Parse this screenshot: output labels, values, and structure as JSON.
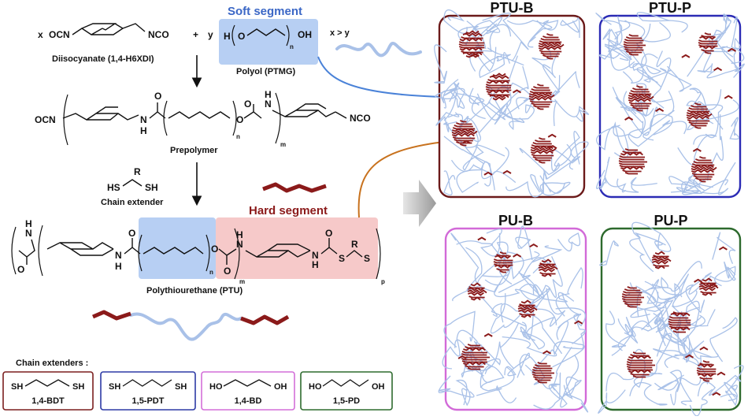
{
  "scheme": {
    "soft_segment_label": "Soft segment",
    "hard_segment_label": "Hard segment",
    "x_coef": "x",
    "y_coef": "y",
    "plus": "+",
    "ratio": "x > y",
    "diisocyanate_label": "Diisocyanate (1,4-H6XDI)",
    "polyol_label": "Polyol (PTMG)",
    "prepolymer_label": "Prepolymer",
    "chain_extender_label": "Chain extender",
    "ptu_label": "Polythiourethane (PTU)",
    "ocn": "OCN",
    "nco": "NCO",
    "n": "n",
    "m": "m",
    "p": "p",
    "O": "O",
    "N": "N",
    "H": "H",
    "OH": "OH",
    "S": "S",
    "R": "R",
    "SH": "SH",
    "HS": "HS"
  },
  "chain_extenders": {
    "title": "Chain extenders :",
    "items": [
      {
        "name": "1,4-BDT",
        "left": "SH",
        "right": "SH",
        "color": "#7b1f1f"
      },
      {
        "name": "1,5-PDT",
        "left": "SH",
        "right": "SH",
        "color": "#2d3aa5"
      },
      {
        "name": "1,4-BD",
        "left": "HO",
        "right": "OH",
        "color": "#d36fd8"
      },
      {
        "name": "1,5-PD",
        "left": "HO",
        "right": "OH",
        "color": "#2f6b2f"
      }
    ]
  },
  "morphologies": [
    {
      "label": "PTU-B",
      "color": "#6b1a1a"
    },
    {
      "label": "PTU-P",
      "color": "#2b2bb5"
    },
    {
      "label": "PU-B",
      "color": "#d26ad8"
    },
    {
      "label": "PU-P",
      "color": "#2d6a2d"
    }
  ],
  "colors": {
    "soft": "#a9c1e8",
    "soft_box": "#b7cff3",
    "hard": "#8b1a1a",
    "hard_box": "#f6c9c9",
    "soft_title": "#3b67c6",
    "hard_title": "#8b1a1a",
    "arrow_blue": "#4a82d8",
    "arrow_orange": "#c8721e"
  }
}
